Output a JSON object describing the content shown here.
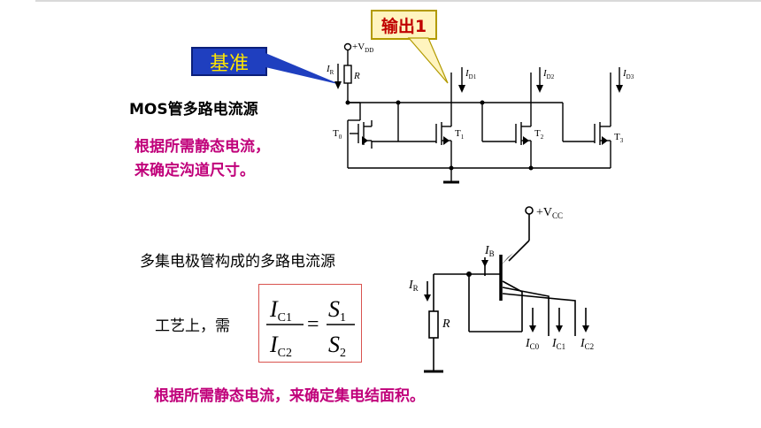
{
  "callouts": {
    "reference": "基准",
    "output": "输出1"
  },
  "mos_section": {
    "title": "MOS管多路电流源",
    "note_line1": "根据所需静态电流，",
    "note_line2": "来确定沟道尺寸。",
    "supply": "+V",
    "supply_sub": "DD",
    "labels": {
      "IR": "I",
      "IR_sub": "R",
      "R": "R",
      "ID1": "I",
      "ID1_sub": "D1",
      "ID2": "I",
      "ID2_sub": "D2",
      "ID3": "I",
      "ID3_sub": "D3",
      "T0": "T",
      "T0_sub": "0",
      "T1": "T",
      "T1_sub": "1",
      "T2": "T",
      "T2_sub": "2",
      "T3": "T",
      "T3_sub": "3"
    }
  },
  "bjt_section": {
    "title": "多集电极管构成的多路电流源",
    "process_text": "工艺上，需",
    "formula": {
      "num_left": "I",
      "num_left_sub": "C1",
      "den_left": "I",
      "den_left_sub": "C2",
      "eq": "=",
      "num_right": "S",
      "num_right_sub": "1",
      "den_right": "S",
      "den_right_sub": "2"
    },
    "note": "根据所需静态电流，来确定集电结面积。",
    "supply": "+V",
    "supply_sub": "CC",
    "labels": {
      "IB": "I",
      "IB_sub": "B",
      "IR": "I",
      "IR_sub": "R",
      "R": "R",
      "IC0": "I",
      "IC0_sub": "C0",
      "IC1": "I",
      "IC1_sub": "C1",
      "IC2": "I",
      "IC2_sub": "C2"
    }
  }
}
